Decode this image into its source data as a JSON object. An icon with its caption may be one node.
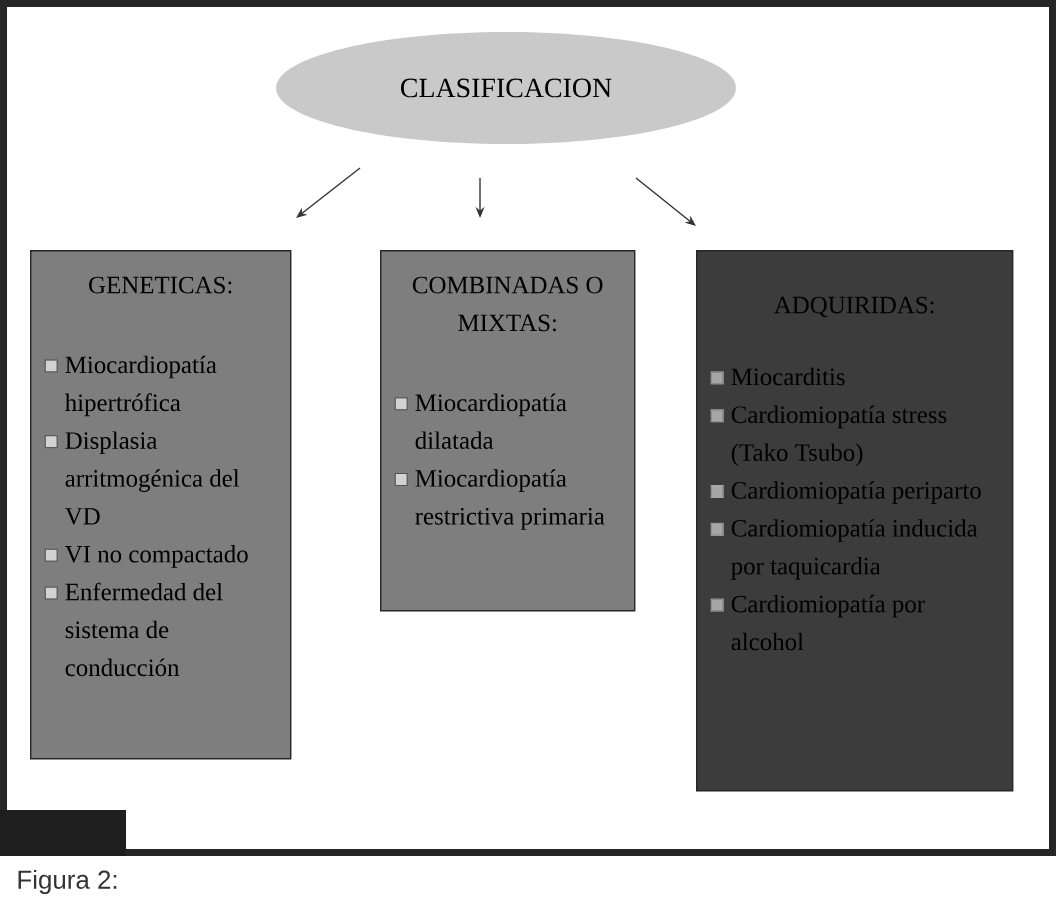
{
  "diagram": {
    "caption": "Figura 2:",
    "nodes": [
      {
        "text": [
          "CLASIFICACION"
        ]
      },
      {
        "text": [
          "GENETICAS:",
          "Miocardiopatía hipertrófica",
          "Displasia arritmogénica del VD",
          "VI no compactado",
          "Enfermedad del sistema de conducción"
        ]
      },
      {
        "text": [
          "COMBINADAS O MIXTAS:",
          "Miocardiopatía dilatada",
          "Miocardiopatía restrictiva primaria"
        ]
      },
      {
        "text": [
          "ADQUIRIDAS:",
          "Miocarditis",
          "Cardiomiopatía stress (Tako Tsubo)",
          "Cardiomiopatía periparto",
          "Cardiomiopatía inducida por taquicardia",
          "Cardiomiopatía por alcohol"
        ]
      }
    ],
    "edges": [
      {
        "from": 0,
        "to": 1,
        "arrow": "to"
      },
      {
        "from": 0,
        "to": 2,
        "arrow": "to"
      },
      {
        "from": 0,
        "to": 3,
        "arrow": "to"
      }
    ]
  }
}
